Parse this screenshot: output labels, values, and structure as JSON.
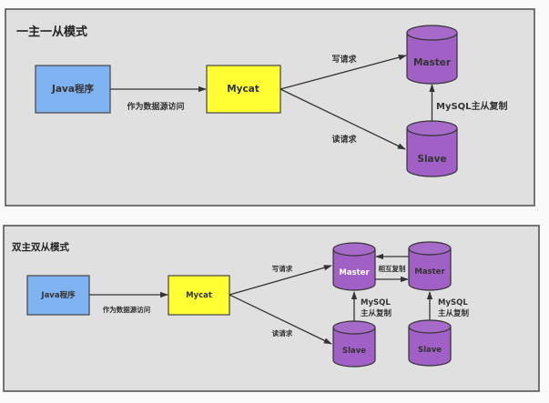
{
  "panels": [
    {
      "title": "一主一从模式",
      "nodes": {
        "app": {
          "label": "Java程序",
          "color": "#7fb2f0"
        },
        "proxy": {
          "label": "Mycat",
          "color": "#ffff33"
        },
        "master": {
          "label": "Master"
        },
        "slave": {
          "label": "Slave"
        }
      },
      "edges": {
        "app_to_proxy": "作为数据源访问",
        "write": "写请求",
        "read": "读请求",
        "replication": "MySQL主从复制"
      }
    },
    {
      "title": "双主双从模式",
      "nodes": {
        "app": {
          "label": "Java程序",
          "color": "#7fb2f0"
        },
        "proxy": {
          "label": "Mycat",
          "color": "#ffff33"
        },
        "master1": {
          "label": "Master"
        },
        "master2": {
          "label": "Master"
        },
        "slave1": {
          "label": "Slave"
        },
        "slave2": {
          "label": "Slave"
        }
      },
      "edges": {
        "app_to_proxy": "作为数据源访问",
        "write": "写请求",
        "read": "读请求",
        "mutual": "相互复制",
        "replication1_line1": "MySQL",
        "replication1_line2": "主从复制",
        "replication2_line1": "MySQL",
        "replication2_line2": "主从复制"
      }
    }
  ],
  "colors": {
    "panel_bg": "#e0e0e0",
    "cylinder": "#a160c5",
    "app_box": "#7fb2f0",
    "proxy_box": "#ffff33"
  }
}
